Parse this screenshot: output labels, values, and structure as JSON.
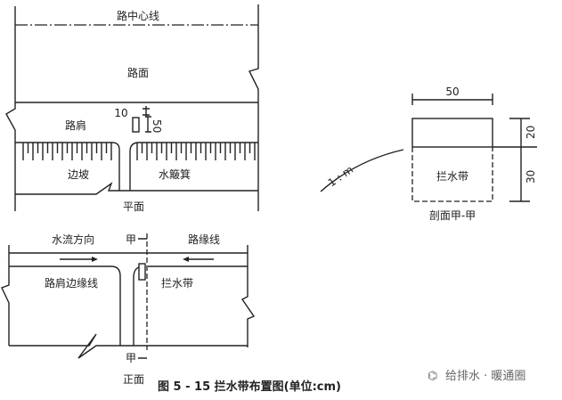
{
  "plan": {
    "centerline": "路中心线",
    "pavement": "路面",
    "shoulder": "路肩",
    "dim_10": "10",
    "dim_50": "50",
    "slope": "边坡",
    "chute": "水簸箕",
    "title": "平面"
  },
  "front": {
    "flow_direction": "水流方向",
    "section_mark_top": "甲",
    "curb_line": "路缘线",
    "shoulder_edge": "路肩边缘线",
    "barrier": "拦水带",
    "section_mark_bottom": "甲",
    "title": "正面"
  },
  "section": {
    "width": "50",
    "height_top": "20",
    "height_bottom": "30",
    "slope": "1 : m",
    "barrier": "拦水带",
    "title": "剖面甲-甲"
  },
  "caption": "图 5 - 15   拦水带布置图(单位:cm)",
  "watermark": "给排水 · 暖通圈"
}
